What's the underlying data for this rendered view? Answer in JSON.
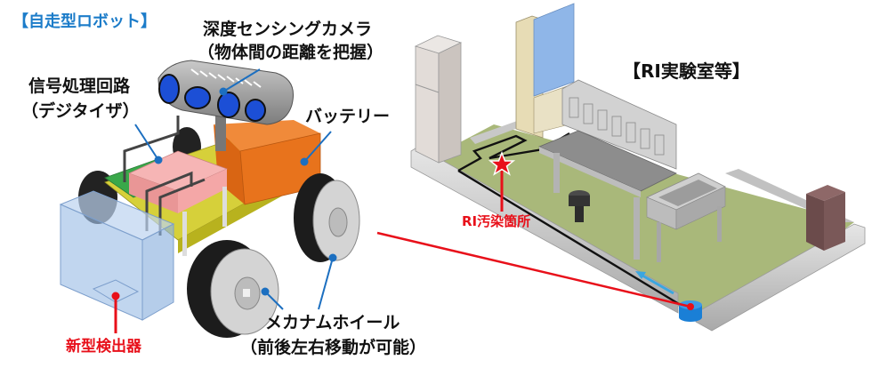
{
  "robot": {
    "section_title": "【自走型ロボット】",
    "camera_label_line1": "深度センシングカメラ",
    "camera_label_line2": "（物体間の距離を把握）",
    "signal_label_line1": "信号処理回路",
    "signal_label_line2": "（デジタイザ）",
    "battery_label": "バッテリー",
    "detector_label": "新型検出器",
    "wheel_label_line1": "メカナムホイール",
    "wheel_label_line2": "（前後左右移動が可能）"
  },
  "lab": {
    "section_title": "【RI実験室等】",
    "contamination_label": "RI汚染箇所"
  },
  "colors": {
    "title_blue": "#1c7cc9",
    "leader_blue": "#1c6fc0",
    "alert_red": "#e8101a",
    "floor_green": "#a9b87a",
    "battery_orange": "#e8731c",
    "board_pink": "#f4a7a7",
    "detector_blue": "#9fc0e6",
    "robot_marker_blue": "#1a7fd6"
  }
}
